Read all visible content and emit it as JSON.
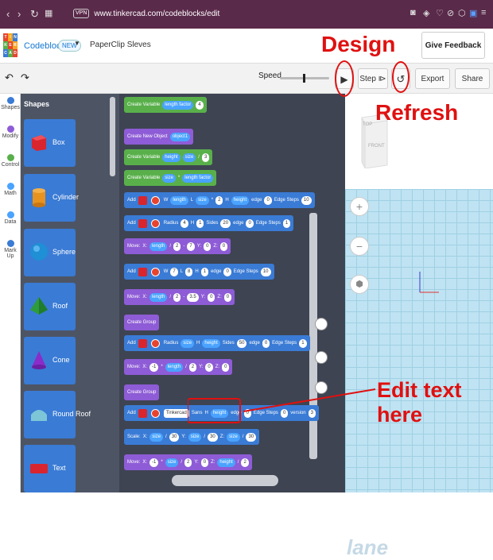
{
  "browser": {
    "url": "www.tinkercad.com/codeblocks/edit",
    "vpn_badge": "VPN"
  },
  "app": {
    "logo_letters": [
      "T",
      "I",
      "N",
      "K",
      "E",
      "R",
      "C",
      "A",
      "D"
    ],
    "name": "Codeblocks",
    "new_badge": "NEW",
    "project_name": "PaperClip Sleves",
    "feedback_label": "Give Feedback"
  },
  "toolbar": {
    "speed_label": "Speed",
    "step_label": "Step",
    "export_label": "Export",
    "share_label": "Share"
  },
  "categories": [
    {
      "label": "Shapes",
      "color": "#3a7bd5"
    },
    {
      "label": "Modify",
      "color": "#8e5cd6"
    },
    {
      "label": "Control",
      "color": "#59b04b"
    },
    {
      "label": "Math",
      "color": "#4aa3ff"
    },
    {
      "label": "Data",
      "color": "#4aa3ff"
    },
    {
      "label": "Mark Up",
      "color": "#3a7bd5"
    }
  ],
  "palette": {
    "title": "Shapes",
    "shapes": [
      "Box",
      "Cylinder",
      "Sphere",
      "Roof",
      "Cone",
      "Round Roof",
      "Text"
    ]
  },
  "blocks": {
    "b1": [
      "Create Variable",
      "length factor",
      "4"
    ],
    "b2": [
      "Create New Object",
      "object1"
    ],
    "b3": [
      "Create Variable",
      "height",
      "size",
      "/",
      "3"
    ],
    "b4": [
      "Create Variable",
      "size",
      "*",
      "length factor"
    ],
    "b5": [
      "Add",
      "W",
      "length",
      "L",
      "size",
      "*",
      "2",
      "H",
      "height",
      "edge",
      "0",
      "Edge Steps",
      "10"
    ],
    "b6": [
      "Add",
      "Radius",
      "4",
      "H",
      "1",
      "Sides",
      "20",
      "edge",
      "0",
      "Edge Steps",
      "1"
    ],
    "b7": [
      "Move:",
      "X:",
      "length",
      "/",
      "2",
      "-",
      "7",
      "Y:",
      "0",
      "Z:",
      "0"
    ],
    "b8": [
      "Add",
      "W",
      "7",
      "L",
      "8",
      "H",
      "1",
      "edge",
      "0",
      "Edge Steps",
      "10"
    ],
    "b9": [
      "Move:",
      "X:",
      "length",
      "/",
      "2",
      "-",
      "3.5",
      "Y:",
      "0",
      "Z:",
      "0"
    ],
    "b10": [
      "Create Group"
    ],
    "b11": [
      "Add",
      "Radius",
      "size",
      "H",
      "height",
      "Sides",
      "50",
      "edge",
      "0",
      "Edge Steps",
      "1"
    ],
    "b12": [
      "Move:",
      "X:",
      "-1",
      "*",
      "length",
      "/",
      "2",
      "Y:",
      "0",
      "Z:",
      "0"
    ],
    "b13": [
      "Create Group"
    ],
    "b14": [
      "Add",
      "Tinkercad",
      "Sans",
      "H",
      "height",
      "edge",
      "0",
      "Edge Steps",
      "0",
      "version",
      "3"
    ],
    "b15": [
      "Scale:",
      "X:",
      "size",
      "/",
      "30",
      "Y:",
      "size",
      "/",
      "30",
      "Z:",
      "size",
      "/",
      "30"
    ],
    "b16": [
      "Move:",
      "X:",
      "-1",
      "*",
      "size",
      "/",
      "2",
      "Y:",
      "0",
      "Z:",
      "height",
      "/",
      "2"
    ]
  },
  "viewport": {
    "cube_top": "TOP",
    "cube_front": "FRONT",
    "workplane_text": "lane"
  },
  "annotations": {
    "design": "Design",
    "refresh": "Refresh",
    "edit_text": "Edit text here",
    "color": "#e01010"
  }
}
